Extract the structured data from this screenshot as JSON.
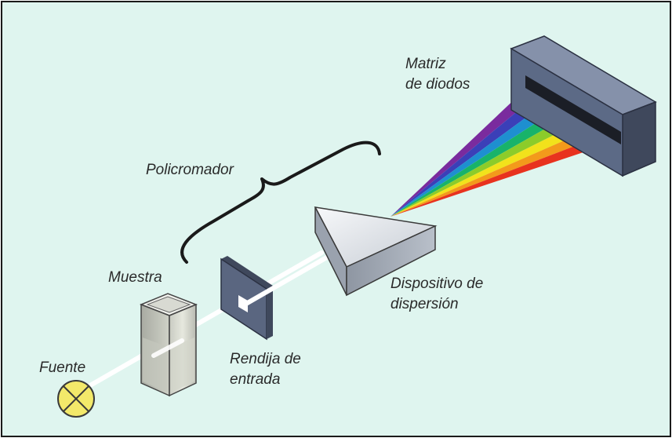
{
  "labels": {
    "source": "Fuente",
    "sample": "Muestra",
    "slit_line1": "Rendija de",
    "slit_line2": "entrada",
    "polychromator": "Policromador",
    "dispersion_line1": "Dispositivo de",
    "dispersion_line2": "dispersión",
    "detector_line1": "Matriz",
    "detector_line2": "de diodos"
  },
  "colors": {
    "background": "#dff5ef",
    "frame": "#1a1a1a",
    "beam": "#ffffff",
    "lamp_fill": "#f3e96a",
    "detector_body": "#5c6a86",
    "slit_plate": "#5a6680"
  },
  "spectrum_colors": [
    "#7a2b9e",
    "#3b3fb8",
    "#1e8fd0",
    "#18b36a",
    "#8ccc2a",
    "#f2e21b",
    "#f39a1b",
    "#e8321e"
  ]
}
